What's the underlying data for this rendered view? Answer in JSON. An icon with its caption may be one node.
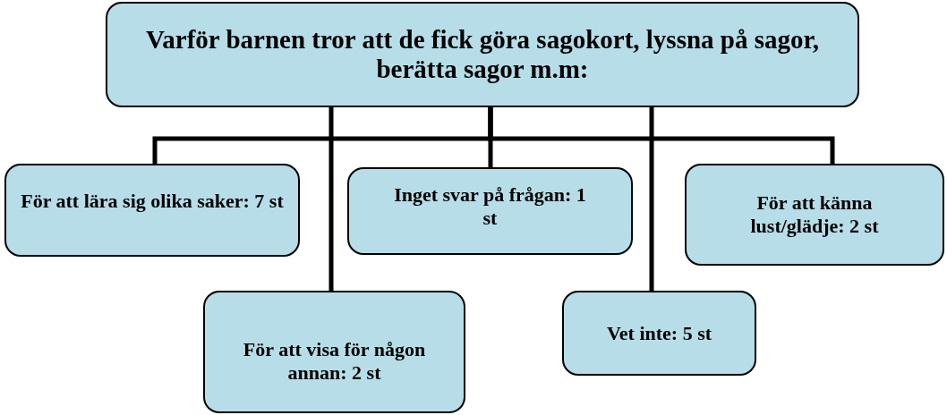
{
  "diagram": {
    "nodes": [
      {
        "text": [
          "Varför barnen tror att de fick göra sagokort, lyssna på sagor, berätta sagor m.m:"
        ]
      },
      {
        "text": [
          "För att lära sig olika saker: 7 st"
        ]
      },
      {
        "text": [
          "Inget svar på frågan: 1 st"
        ]
      },
      {
        "text": [
          "För att känna lust/glädje: 2 st"
        ]
      },
      {
        "text": [
          "För att visa för någon annan: 2 st"
        ]
      },
      {
        "text": [
          "Vet inte: 5 st"
        ]
      }
    ],
    "edges": [
      {
        "from": 0,
        "to": 1,
        "arrow": "none"
      },
      {
        "from": 0,
        "to": 2,
        "arrow": "none"
      },
      {
        "from": 0,
        "to": 3,
        "arrow": "none"
      },
      {
        "from": 0,
        "to": 4,
        "arrow": "none"
      },
      {
        "from": 0,
        "to": 5,
        "arrow": "none"
      }
    ]
  }
}
